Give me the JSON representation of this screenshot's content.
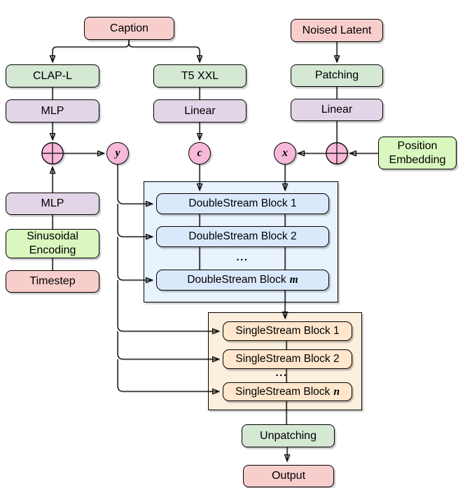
{
  "palette": {
    "pink_box": "#f8cecc",
    "green_box": "#d5e8d4",
    "purple_box": "#e1d5e7",
    "lime_box": "#d9f7be",
    "circle_pink": "#f8b9d8",
    "ds_container": "#e9f3fd",
    "ds_block": "#dae8fc",
    "ss_container": "#fcefdd",
    "ss_block": "#ffe6cc",
    "stroke": "#000000"
  },
  "nodes": {
    "caption": "Caption",
    "noised_latent": "Noised Latent",
    "clap": "CLAP-L",
    "t5": "T5 XXL",
    "patching": "Patching",
    "mlp_caption": "MLP",
    "linear_caption": "Linear",
    "linear_latent": "Linear",
    "position_embedding": "Position Embedding",
    "mlp_time": "MLP",
    "sinusoidal_encoding": "Sinusoidal Encoding",
    "timestep": "Timestep",
    "var_y": "y",
    "var_c": "c",
    "var_x": "x",
    "ds_block_1": "DoubleStream Block 1",
    "ds_block_2": "DoubleStream Block 2",
    "ds_ellipsis": "...",
    "ds_block_m_prefix": "DoubleStream Block",
    "ds_block_m_var": "m",
    "ss_block_1": "SingleStream Block 1",
    "ss_block_2": "SingleStream Block 2",
    "ss_ellipsis": "...",
    "ss_block_n_prefix": "SingleStream Block",
    "ss_block_n_var": "n",
    "unpatching": "Unpatching",
    "output": "Output"
  }
}
